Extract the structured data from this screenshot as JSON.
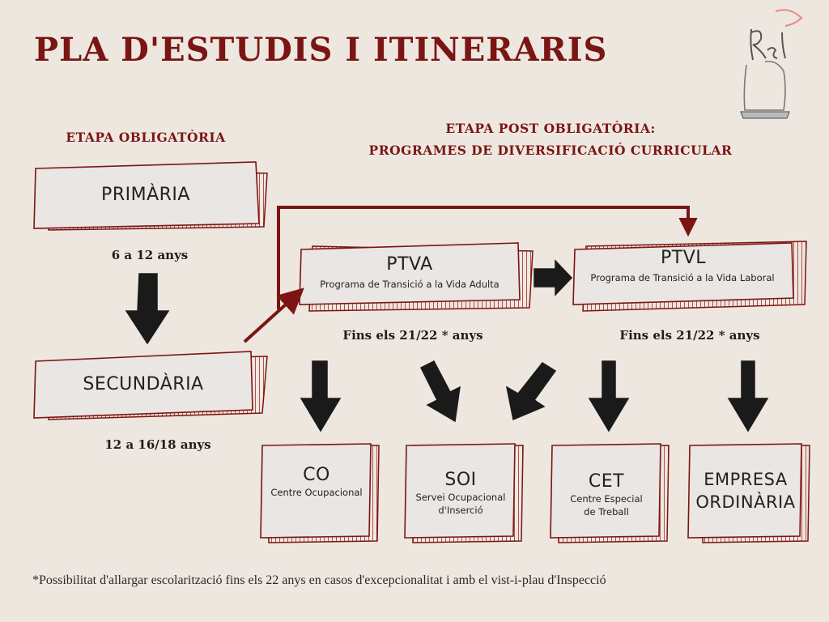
{
  "title": "PLA D'ESTUDIS I ITINERARIS",
  "stages": {
    "obligatory": "ETAPA OBLIGATÒRIA",
    "post_line1": "ETAPA POST OBLIGATÒRIA:",
    "post_line2": "PROGRAMES DE DIVERSIFICACIÓ CURRICULAR"
  },
  "boxes": {
    "primaria": "PRIMÀRIA",
    "secundaria": "SECUNDÀRIA",
    "ptva": {
      "title": "PTVA",
      "subtitle": "Programa de Transició a la Vida Adulta"
    },
    "ptvl": {
      "title": "PTVL",
      "subtitle": "Programa de Transició a la Vida Laboral"
    },
    "co": {
      "title": "CO",
      "subtitle": "Centre Ocupacional"
    },
    "soi": {
      "title": "SOI",
      "subtitle_line1": "Servei Ocupacional",
      "subtitle_line2": "d'Inserció"
    },
    "cet": {
      "title": "CET",
      "subtitle_line1": "Centre Especial",
      "subtitle_line2": "de Treball"
    },
    "empresa": {
      "line1": "EMPRESA",
      "line2": "ORDINÀRIA"
    }
  },
  "ages": {
    "primaria": "6 a 12 anys",
    "secundaria": "12 a 16/18 anys",
    "ptva": "Fins els 21/22 * anys",
    "ptvl": "Fins els 21/22 * anys"
  },
  "footnote": "*Possibilitat d'allargar escolarització fins els 22 anys en casos d'excepcionalitat i amb el vist-i-plau d'Inspecció",
  "logo_text": "Rel",
  "colors": {
    "accent": "#7b1514",
    "background": "#ede7df",
    "box_fill": "#e9e6e3",
    "arrow": "#1a1a1a"
  }
}
